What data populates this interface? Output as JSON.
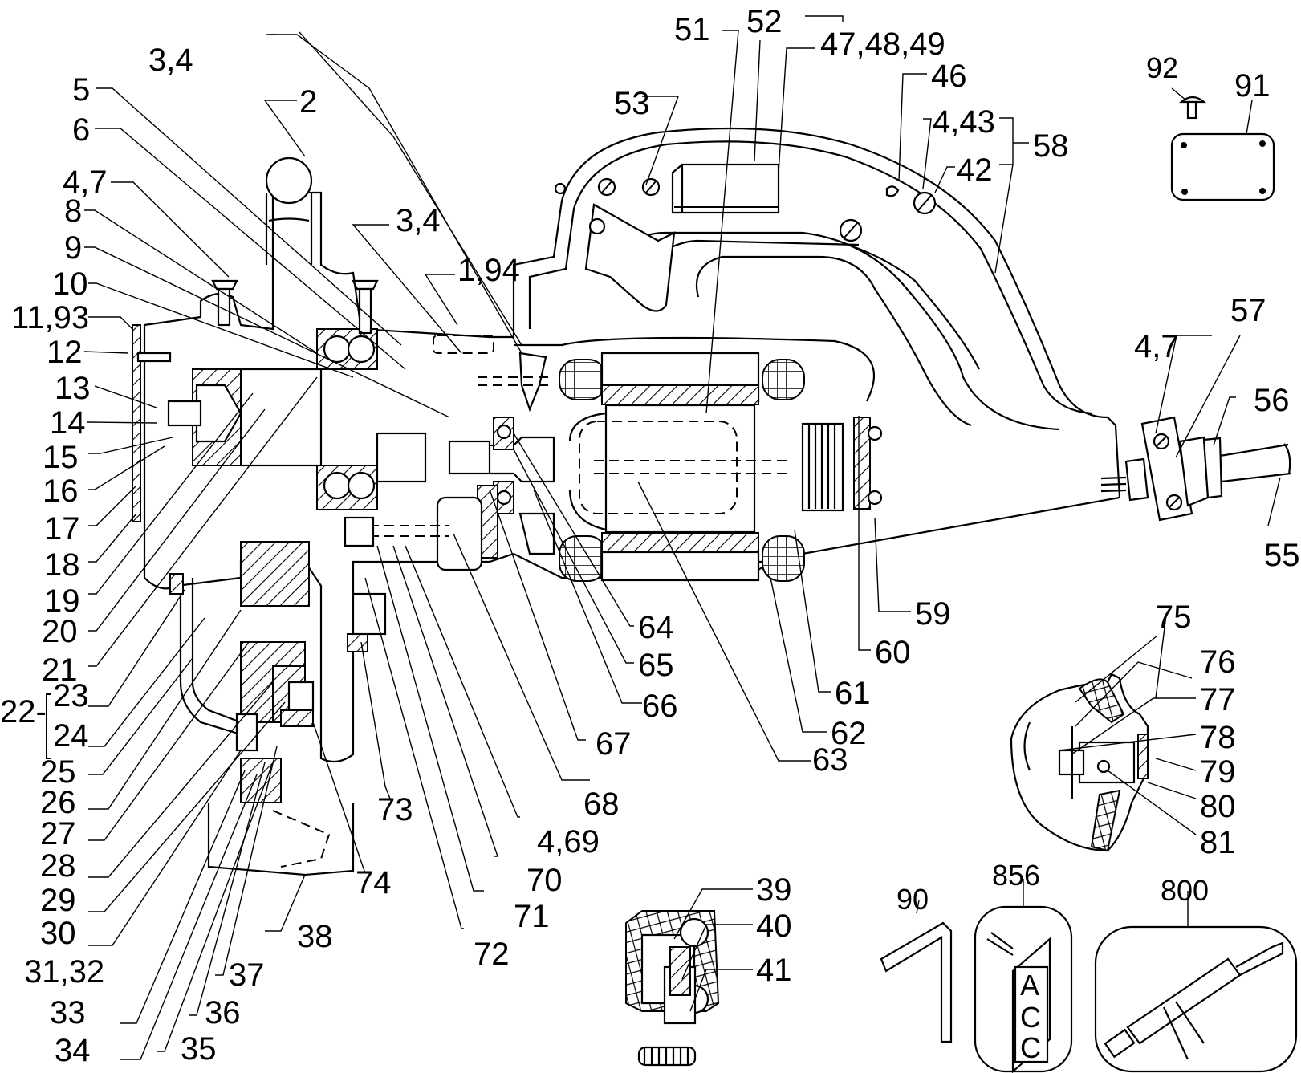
{
  "diagram": {
    "type": "exploded-parts-diagram",
    "subject": "power tool (circular saw) parts breakdown",
    "callouts": [
      {
        "id": "c2",
        "text": "2"
      },
      {
        "id": "c3_4a",
        "text": "3,4"
      },
      {
        "id": "c5",
        "text": "5"
      },
      {
        "id": "c6",
        "text": "6"
      },
      {
        "id": "c4_7a",
        "text": "4,7"
      },
      {
        "id": "c8",
        "text": "8"
      },
      {
        "id": "c9",
        "text": "9"
      },
      {
        "id": "c10",
        "text": "10"
      },
      {
        "id": "c11_93",
        "text": "11,93"
      },
      {
        "id": "c12",
        "text": "12"
      },
      {
        "id": "c13",
        "text": "13"
      },
      {
        "id": "c14",
        "text": "14"
      },
      {
        "id": "c15",
        "text": "15"
      },
      {
        "id": "c16",
        "text": "16"
      },
      {
        "id": "c17",
        "text": "17"
      },
      {
        "id": "c18",
        "text": "18"
      },
      {
        "id": "c19",
        "text": "19"
      },
      {
        "id": "c20",
        "text": "20"
      },
      {
        "id": "c21",
        "text": "21"
      },
      {
        "id": "c22",
        "text": "22-"
      },
      {
        "id": "c23",
        "text": "23"
      },
      {
        "id": "c24",
        "text": "24"
      },
      {
        "id": "c25",
        "text": "25"
      },
      {
        "id": "c26",
        "text": "26"
      },
      {
        "id": "c27",
        "text": "27"
      },
      {
        "id": "c28",
        "text": "28"
      },
      {
        "id": "c29",
        "text": "29"
      },
      {
        "id": "c30",
        "text": "30"
      },
      {
        "id": "c31_32",
        "text": "31,32"
      },
      {
        "id": "c33",
        "text": "33"
      },
      {
        "id": "c34",
        "text": "34"
      },
      {
        "id": "c35",
        "text": "35"
      },
      {
        "id": "c36",
        "text": "36"
      },
      {
        "id": "c37",
        "text": "37"
      },
      {
        "id": "c38",
        "text": "38"
      },
      {
        "id": "c3_4b",
        "text": "3,4"
      },
      {
        "id": "c1_94",
        "text": "1,94"
      },
      {
        "id": "c51",
        "text": "51"
      },
      {
        "id": "c52",
        "text": "52"
      },
      {
        "id": "c47_48_49",
        "text": "47,48,49"
      },
      {
        "id": "c53",
        "text": "53"
      },
      {
        "id": "c46",
        "text": "46"
      },
      {
        "id": "c4_43",
        "text": "4,43"
      },
      {
        "id": "c42",
        "text": "42"
      },
      {
        "id": "c58",
        "text": "58"
      },
      {
        "id": "c92",
        "text": "92"
      },
      {
        "id": "c91",
        "text": "91"
      },
      {
        "id": "c57",
        "text": "57"
      },
      {
        "id": "c4_7b",
        "text": "4,7"
      },
      {
        "id": "c56",
        "text": "56"
      },
      {
        "id": "c55",
        "text": "55"
      },
      {
        "id": "c59",
        "text": "59"
      },
      {
        "id": "c60",
        "text": "60"
      },
      {
        "id": "c61",
        "text": "61"
      },
      {
        "id": "c62",
        "text": "62"
      },
      {
        "id": "c63",
        "text": "63"
      },
      {
        "id": "c64",
        "text": "64"
      },
      {
        "id": "c65",
        "text": "65"
      },
      {
        "id": "c66",
        "text": "66"
      },
      {
        "id": "c67",
        "text": "67"
      },
      {
        "id": "c68",
        "text": "68"
      },
      {
        "id": "c4_69",
        "text": "4,69"
      },
      {
        "id": "c70",
        "text": "70"
      },
      {
        "id": "c71",
        "text": "71"
      },
      {
        "id": "c72",
        "text": "72"
      },
      {
        "id": "c73",
        "text": "73"
      },
      {
        "id": "c74",
        "text": "74"
      },
      {
        "id": "c75",
        "text": "75"
      },
      {
        "id": "c76",
        "text": "76"
      },
      {
        "id": "c77",
        "text": "77"
      },
      {
        "id": "c78",
        "text": "78"
      },
      {
        "id": "c79",
        "text": "79"
      },
      {
        "id": "c80",
        "text": "80"
      },
      {
        "id": "c81",
        "text": "81"
      },
      {
        "id": "c39",
        "text": "39"
      },
      {
        "id": "c40",
        "text": "40"
      },
      {
        "id": "c41",
        "text": "41"
      },
      {
        "id": "c90",
        "text": "90"
      },
      {
        "id": "c856",
        "text": "856"
      },
      {
        "id": "c800",
        "text": "800"
      }
    ],
    "accessory_labels": {
      "acc_letters": [
        "A",
        "C",
        "C"
      ]
    },
    "colors": {
      "ink": "#000000",
      "paper": "#ffffff"
    }
  }
}
